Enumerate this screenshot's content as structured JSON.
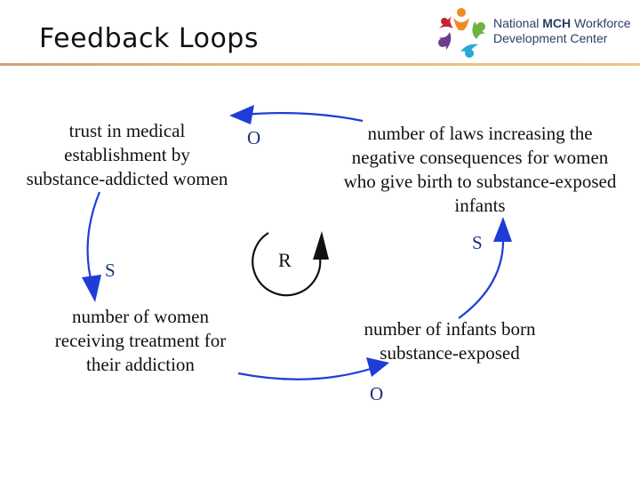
{
  "slide": {
    "title": "Feedback Loops"
  },
  "logo": {
    "line1_prefix": "National ",
    "line1_strong": "MCH",
    "line1_suffix": " Workforce",
    "line2": "Development Center"
  },
  "colors": {
    "arrow": "#1f3dd6",
    "loop_arrow": "#111111",
    "rule": "#e6b87a"
  },
  "diagram": {
    "nodes": {
      "trust": [
        "trust in medical",
        "establishment by",
        "substance-addicted women"
      ],
      "laws": [
        "number of laws increasing the",
        "negative consequences for women",
        "who give birth to substance-exposed",
        "infants"
      ],
      "treatment": [
        "number of women",
        "receiving treatment for",
        "their addiction"
      ],
      "infants": [
        "number of infants born",
        "substance-exposed"
      ]
    },
    "polarities": {
      "laws_to_trust": "O",
      "trust_to_treatment": "S",
      "treatment_to_infants": "O",
      "infants_to_laws": "S"
    },
    "loop": {
      "label": "R",
      "type": "reinforcing"
    }
  }
}
